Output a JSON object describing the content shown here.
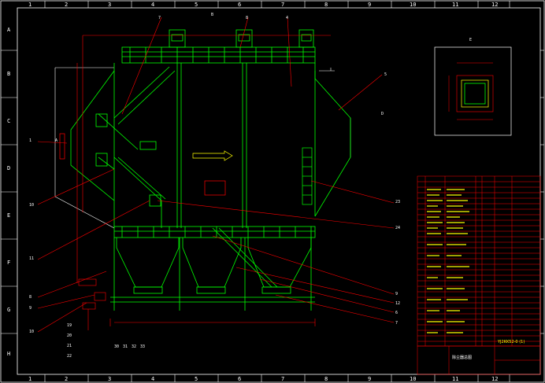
{
  "frame": {
    "columns_top": [
      "1",
      "2",
      "3",
      "4",
      "5",
      "6",
      "7",
      "8",
      "9",
      "10",
      "11",
      "12"
    ],
    "columns_bottom": [
      "1",
      "2",
      "3",
      "4",
      "5",
      "6",
      "7",
      "8",
      "9",
      "10",
      "11",
      "12"
    ],
    "rows_left": [
      "A",
      "B",
      "C",
      "D",
      "E",
      "F",
      "G",
      "H"
    ]
  },
  "callouts": {
    "top": [
      "7",
      "B",
      "8",
      "4"
    ],
    "right": [
      "5",
      "D",
      "23",
      "24",
      "9",
      "12",
      "6",
      "7"
    ],
    "left": [
      "1",
      "A",
      "10",
      "11",
      "8",
      "9",
      "10"
    ],
    "bottom": [
      "19",
      "20",
      "21",
      "22",
      "30",
      "31",
      "32",
      "33"
    ]
  },
  "detail_view": {
    "label": "E"
  },
  "title_block": {
    "drawing_number": "YJ2KK52-0  (1)",
    "caption": "除尘器总图"
  },
  "colors": {
    "background": "#000000",
    "frame": "#ffffff",
    "structure": "#00ff00",
    "leaders": "#ff0000",
    "annotation": "#ffff00"
  }
}
